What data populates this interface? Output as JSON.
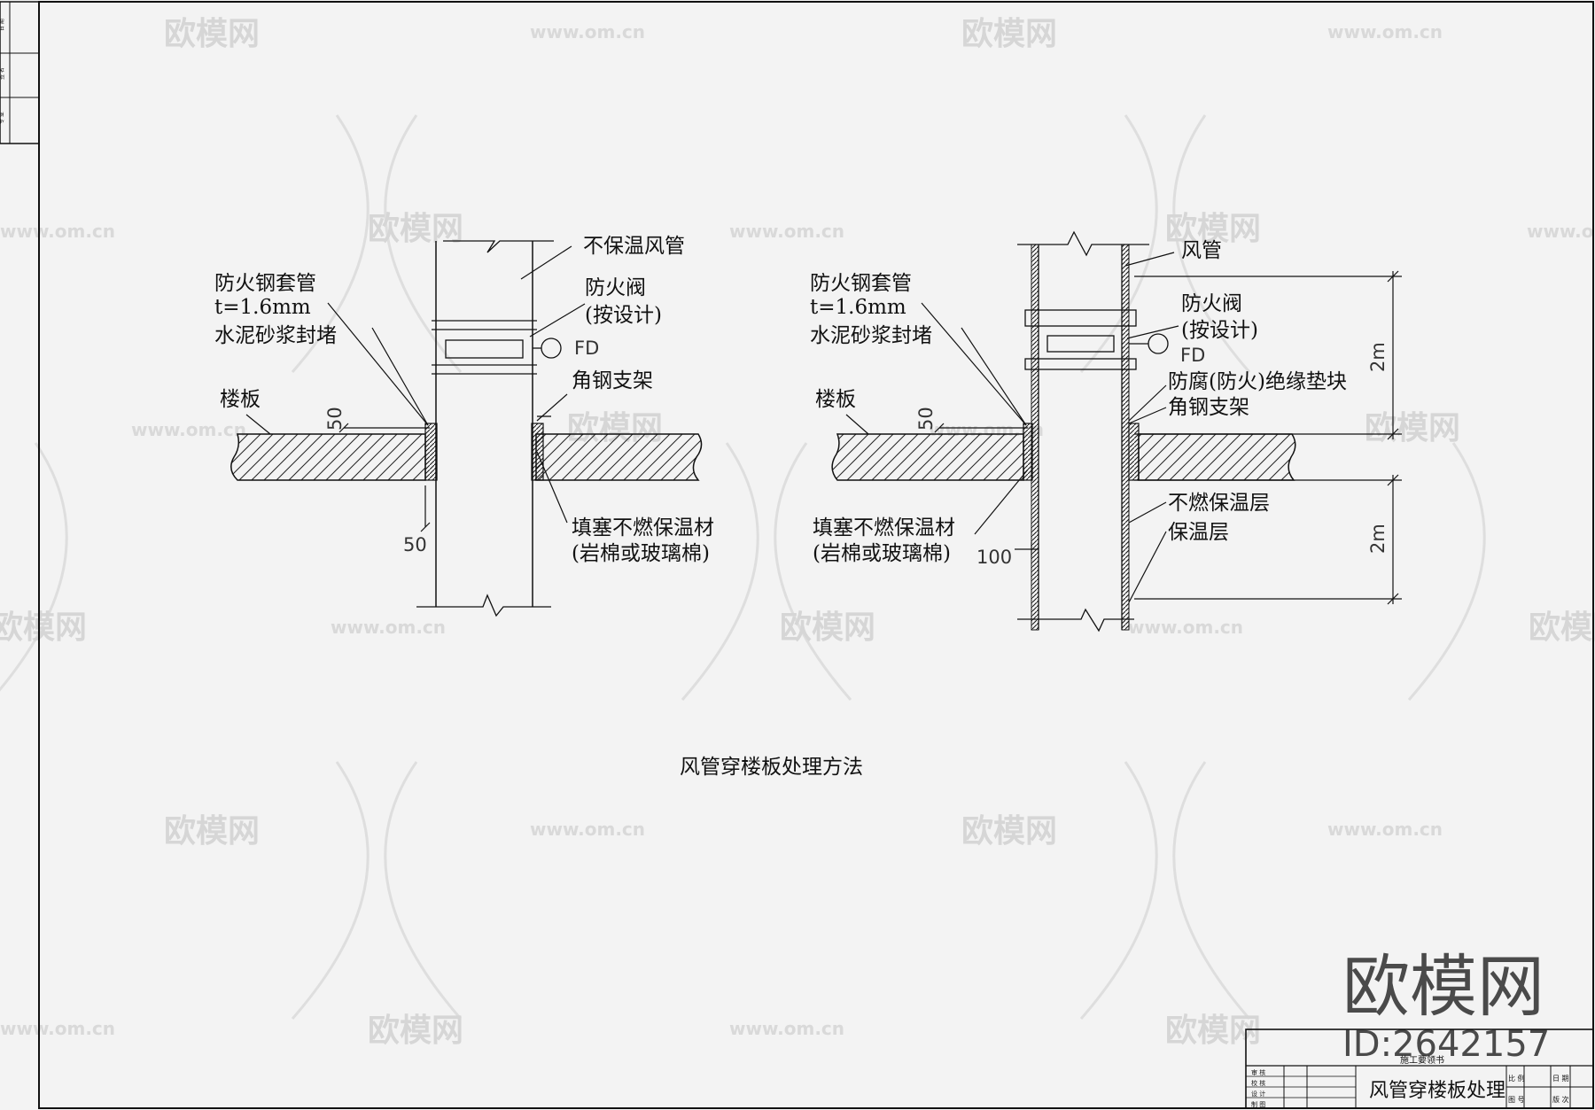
{
  "title": "风管穿楼板处理方法",
  "left_detail": {
    "duct_label": "不保温风管",
    "sleeve_label": "防火钢套管",
    "sleeve_thickness": "t=1.6mm",
    "seal_label": "水泥砂浆封堵",
    "floor_label": "楼板",
    "damper_label": "防火阀",
    "damper_note": "(按设计)",
    "damper_code": "FD",
    "bracket_label": "角钢支架",
    "fill_label": "填塞不燃保温材",
    "fill_note": "(岩棉或玻璃棉)",
    "dim_top": "50",
    "dim_bottom": "50"
  },
  "right_detail": {
    "duct_label": "风管",
    "sleeve_label": "防火钢套管",
    "sleeve_thickness": "t=1.6mm",
    "seal_label": "水泥砂浆封堵",
    "floor_label": "楼板",
    "damper_label": "防火阀",
    "damper_note": "(按设计)",
    "damper_code": "FD",
    "insulator_label": "防腐(防火)绝缘垫块",
    "bracket_label": "角钢支架",
    "nonflammable_label": "不燃保温层",
    "insulation_label": "保温层",
    "fill_label": "填塞不燃保温材",
    "fill_note": "(岩棉或玻璃棉)",
    "dim_top": "50",
    "dim_bottom": "100",
    "dim_upper_2m": "2m",
    "dim_lower_2m": "2m"
  },
  "title_block": {
    "header": "施工要领书",
    "drawing_name": "风管穿楼板处理",
    "rows": [
      "审 核",
      "校 核",
      "设 计",
      "制 图"
    ],
    "scale_label": "比 例",
    "sheet_label": "图 号",
    "date_label": "日 期",
    "version_label": "版 次"
  },
  "margin_strip": [
    "日 期",
    "签 名",
    "专 业"
  ],
  "watermark": {
    "logo_text": "欧模网",
    "url_text": "www.om.cn",
    "big_logo": "欧模网",
    "id_text": "ID:2642157"
  },
  "colors": {
    "line": "#111111",
    "paper": "#f3f3f3",
    "watermark": "#d6d6d6"
  }
}
